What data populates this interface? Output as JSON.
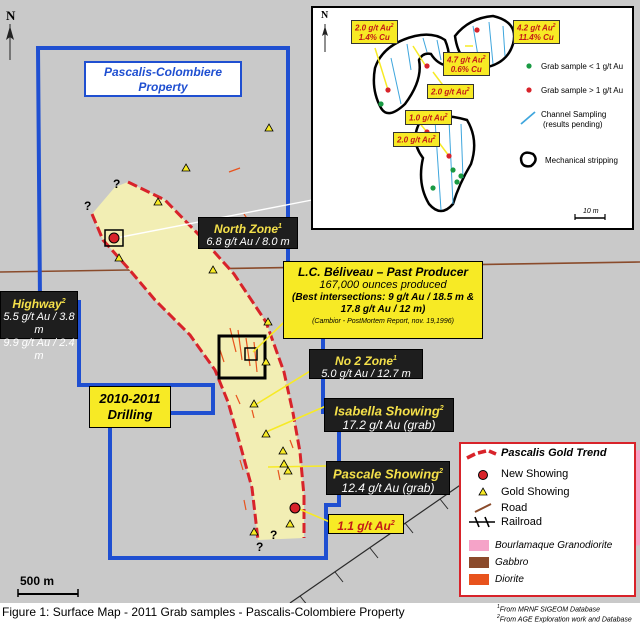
{
  "title_box": {
    "line1": "Pascalis-Colombiere",
    "line2": "Property"
  },
  "north_arrow": {
    "label": "N"
  },
  "scale_bar": {
    "label": "500 m"
  },
  "labels": {
    "north_zone": {
      "name": "North Zone",
      "sup": "1",
      "value": "6.8 g/t Au / 8.0 m"
    },
    "highway": {
      "name": "Highway",
      "sup": "2",
      "line1": "5.5 g/t Au  / 3.8 m",
      "line2": "9.9 g/t Au / 2.4 m"
    },
    "no2_zone": {
      "name": "No 2 Zone",
      "sup": "1",
      "value": "5.0 g/t Au / 12.7 m"
    },
    "isabella": {
      "name": "Isabella Showing",
      "sup": "2",
      "value": "17.2 g/t Au (grab)"
    },
    "pascale": {
      "name": "Pascale Showing",
      "sup": "2",
      "value": "12.4 g/t Au (grab)"
    },
    "drilling": {
      "line1": "2010-2011",
      "line2": "Drilling"
    },
    "grab_label": {
      "text": "1.1 g/t Au",
      "sup": "2"
    },
    "beliveau": {
      "title": "L.C. Béliveau – Past Producer",
      "production": "167,000 ounces produced",
      "line1": "(Best intersections: 9 g/t Au / 18.5 m &",
      "line2": "17.8 g/t Au / 12 m)",
      "source": "(Cambior - PostMortem Report, nov. 19,1996)"
    }
  },
  "question_marks": [
    "?",
    "?",
    "?",
    "?"
  ],
  "legend": {
    "items": [
      {
        "label": "Pascalis Gold Trend"
      },
      {
        "label": "New Showing"
      },
      {
        "label": "Gold Showing"
      },
      {
        "label": "Road"
      },
      {
        "label": "Railroad"
      },
      {
        "label": "Bourlamaque Granodiorite"
      },
      {
        "label": "Gabbro"
      },
      {
        "label": "Diorite"
      }
    ]
  },
  "inset": {
    "north_label": "N",
    "scale_label": "10 m",
    "tags": [
      {
        "line1": "2.0 g/t Au",
        "sup": "2",
        "line2": "1.4% Cu"
      },
      {
        "line1": "4.2 g/t Au",
        "sup": "2",
        "line2": "11.4% Cu"
      },
      {
        "line1": "4.7 g/t Au",
        "sup": "2",
        "line2": "0.6% Cu"
      },
      {
        "line1": "2.0 g/t Au",
        "sup": "2",
        "line2": ""
      },
      {
        "line1": "1.0 g/t Au",
        "sup": "2",
        "line2": ""
      },
      {
        "line1": "2.0 g/t Au",
        "sup": "2",
        "line2": ""
      }
    ],
    "legend": [
      {
        "label": "Grab sample < 1 g/t Au"
      },
      {
        "label": "Grab sample > 1 g/t Au"
      },
      {
        "label": "Channel Sampling",
        "label2": "(results pending)"
      },
      {
        "label": "Mechanical stripping"
      }
    ]
  },
  "caption": "Figure 1: Surface Map - 2011 Grab samples - Pascalis-Colombiere Property",
  "footnotes": [
    {
      "sup": "1",
      "text": "From MRNF SIGEOM Database"
    },
    {
      "sup": "2",
      "text": "From AGE Exploration work and Database"
    }
  ],
  "colors": {
    "background": "#c9c9c9",
    "property_outline": "#1f4fd1",
    "trend": "#d8232a",
    "trend_fill": "#f2eeb4",
    "label_yellow": "#f7ea25",
    "label_black": "#1e1e1e",
    "road": "#8a4b2b",
    "granodiorite": "#f5a3c8",
    "gabbro": "#8b4a2b",
    "diorite": "#e8531d"
  }
}
